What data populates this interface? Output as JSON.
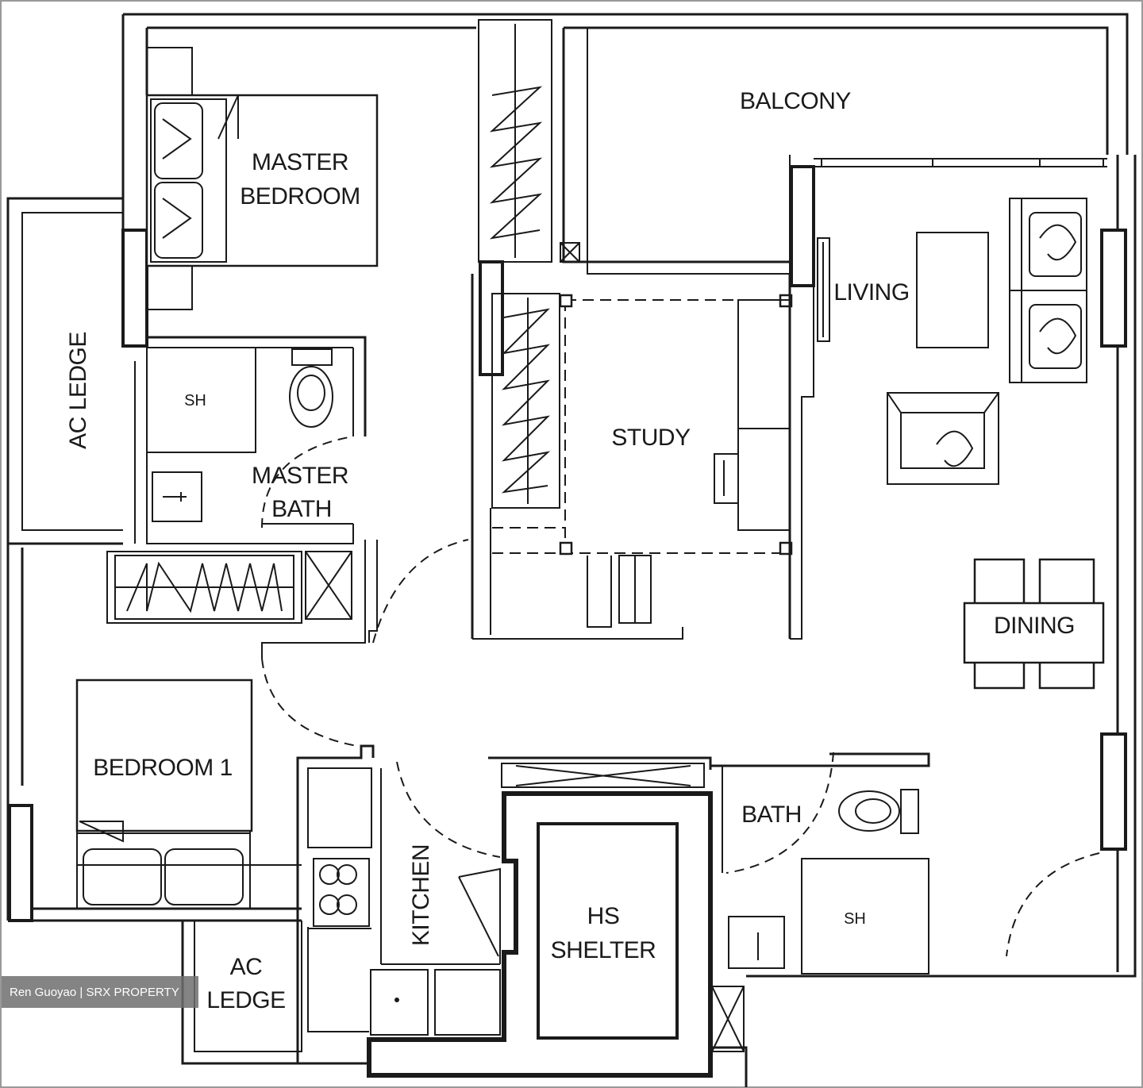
{
  "floorplan": {
    "rooms": {
      "balcony": "BALCONY",
      "master_bedroom_line1": "MASTER",
      "master_bedroom_line2": "BEDROOM",
      "living": "LIVING",
      "ac_ledge_side": "AC LEDGE",
      "sh_master": "SH",
      "master_bath_line1": "MASTER",
      "master_bath_line2": "BATH",
      "study": "STUDY",
      "dining": "DINING",
      "bedroom1": "BEDROOM 1",
      "bath": "BATH",
      "kitchen": "KITCHEN",
      "hs_shelter_line1": "HS",
      "hs_shelter_line2": "SHELTER",
      "sh_bath": "SH",
      "ac_ledge_bottom_line1": "AC",
      "ac_ledge_bottom_line2": "LEDGE"
    },
    "watermark": "Ren Guoyao | SRX PROPERTY"
  }
}
